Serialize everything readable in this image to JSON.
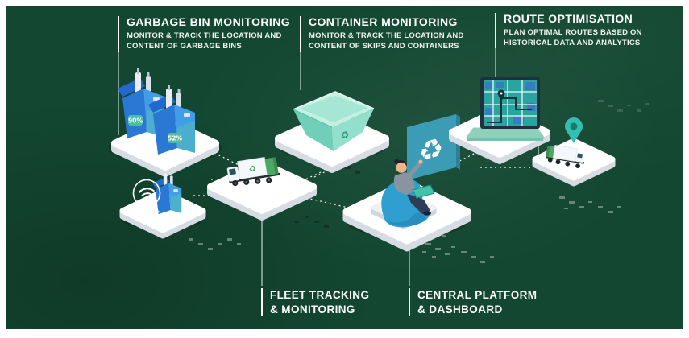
{
  "labels": {
    "garbage_bin": {
      "title": "GARBAGE BIN MONITORING",
      "desc": "MONITOR & TRACK THE LOCATION AND CONTENT OF GARBAGE BINS"
    },
    "container": {
      "title": "CONTAINER MONITORING",
      "desc": "MONITOR & TRACK THE LOCATION AND CONTENT OF SKIPS AND CONTAINERS"
    },
    "route": {
      "title": "ROUTE OPTIMISATION",
      "desc": "PLAN OPTIMAL ROUTES BASED ON HISTORICAL DATA AND ANALYTICS"
    },
    "fleet": {
      "line1": "FLEET TRACKING",
      "line2": "& MONITORING"
    },
    "central": {
      "line1": "CENTRAL PLATFORM",
      "line2": "& DASHBOARD"
    }
  },
  "indicators": {
    "bin1_fill": "90%",
    "bin2_fill": "52%"
  },
  "glyphs": {
    "recycle": "♻"
  },
  "colors": {
    "background": "#134731",
    "text": "#FFFFFF",
    "platform": "#FFFFFF",
    "bin_blue": "#2F80D9",
    "skip_teal": "#85D8C5",
    "billboard_teal": "#3D9CB5",
    "accent_teal": "#35BDB2",
    "truck_green": "#4CA862",
    "badge_green": "#4FBDA0"
  }
}
